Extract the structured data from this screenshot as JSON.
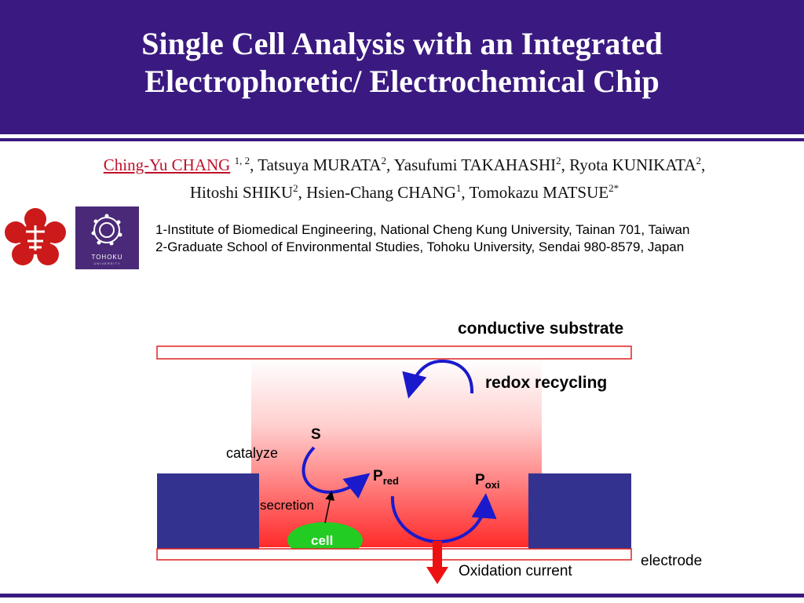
{
  "title_lines": [
    "Single Cell Analysis with an Integrated",
    "Electrophoretic/ Electrochemical Chip"
  ],
  "authors": {
    "presenter": "Ching-Yu CHANG",
    "presenter_sup": "1, 2",
    "line1_rest": [
      {
        "name": "Tatsuya MURATA",
        "sup": "2"
      },
      {
        "name": "Yasufumi TAKAHASHI",
        "sup": "2"
      },
      {
        "name": "Ryota KUNIKATA",
        "sup": "2"
      }
    ],
    "line2": [
      {
        "name": "Hitoshi SHIKU",
        "sup": "2"
      },
      {
        "name": "Hsien-Chang CHANG",
        "sup": "1"
      },
      {
        "name": "Tomokazu MATSUE",
        "sup": "2*"
      }
    ]
  },
  "affiliations": [
    "1-Institute of Biomedical Engineering, National Cheng Kung University, Tainan 701, Taiwan",
    "2-Graduate School of Environmental Studies, Tohoku University, Sendai 980-8579, Japan"
  ],
  "logos": {
    "university2_text": "TOHOKU",
    "university2_subtext": "UNIVERSITY"
  },
  "diagram": {
    "conductive_substrate": "conductive substrate",
    "redox_recycling": "redox recycling",
    "s_label": "S",
    "catalyze": "catalyze",
    "p_red_main": "P",
    "p_red_sub": "red",
    "p_oxi_main": "P",
    "p_oxi_sub": "oxi",
    "secretion": "secretion",
    "cell": "cell",
    "electrode": "electrode",
    "oxidation_current": "Oxidation current"
  },
  "colors": {
    "header": "#3a1a80",
    "electrode_block": "#33338f",
    "arrow_blue": "#1a1acc",
    "cell_green": "#22cc22",
    "current_arrow": "#ee1111",
    "presenter_red": "#c0102a"
  }
}
